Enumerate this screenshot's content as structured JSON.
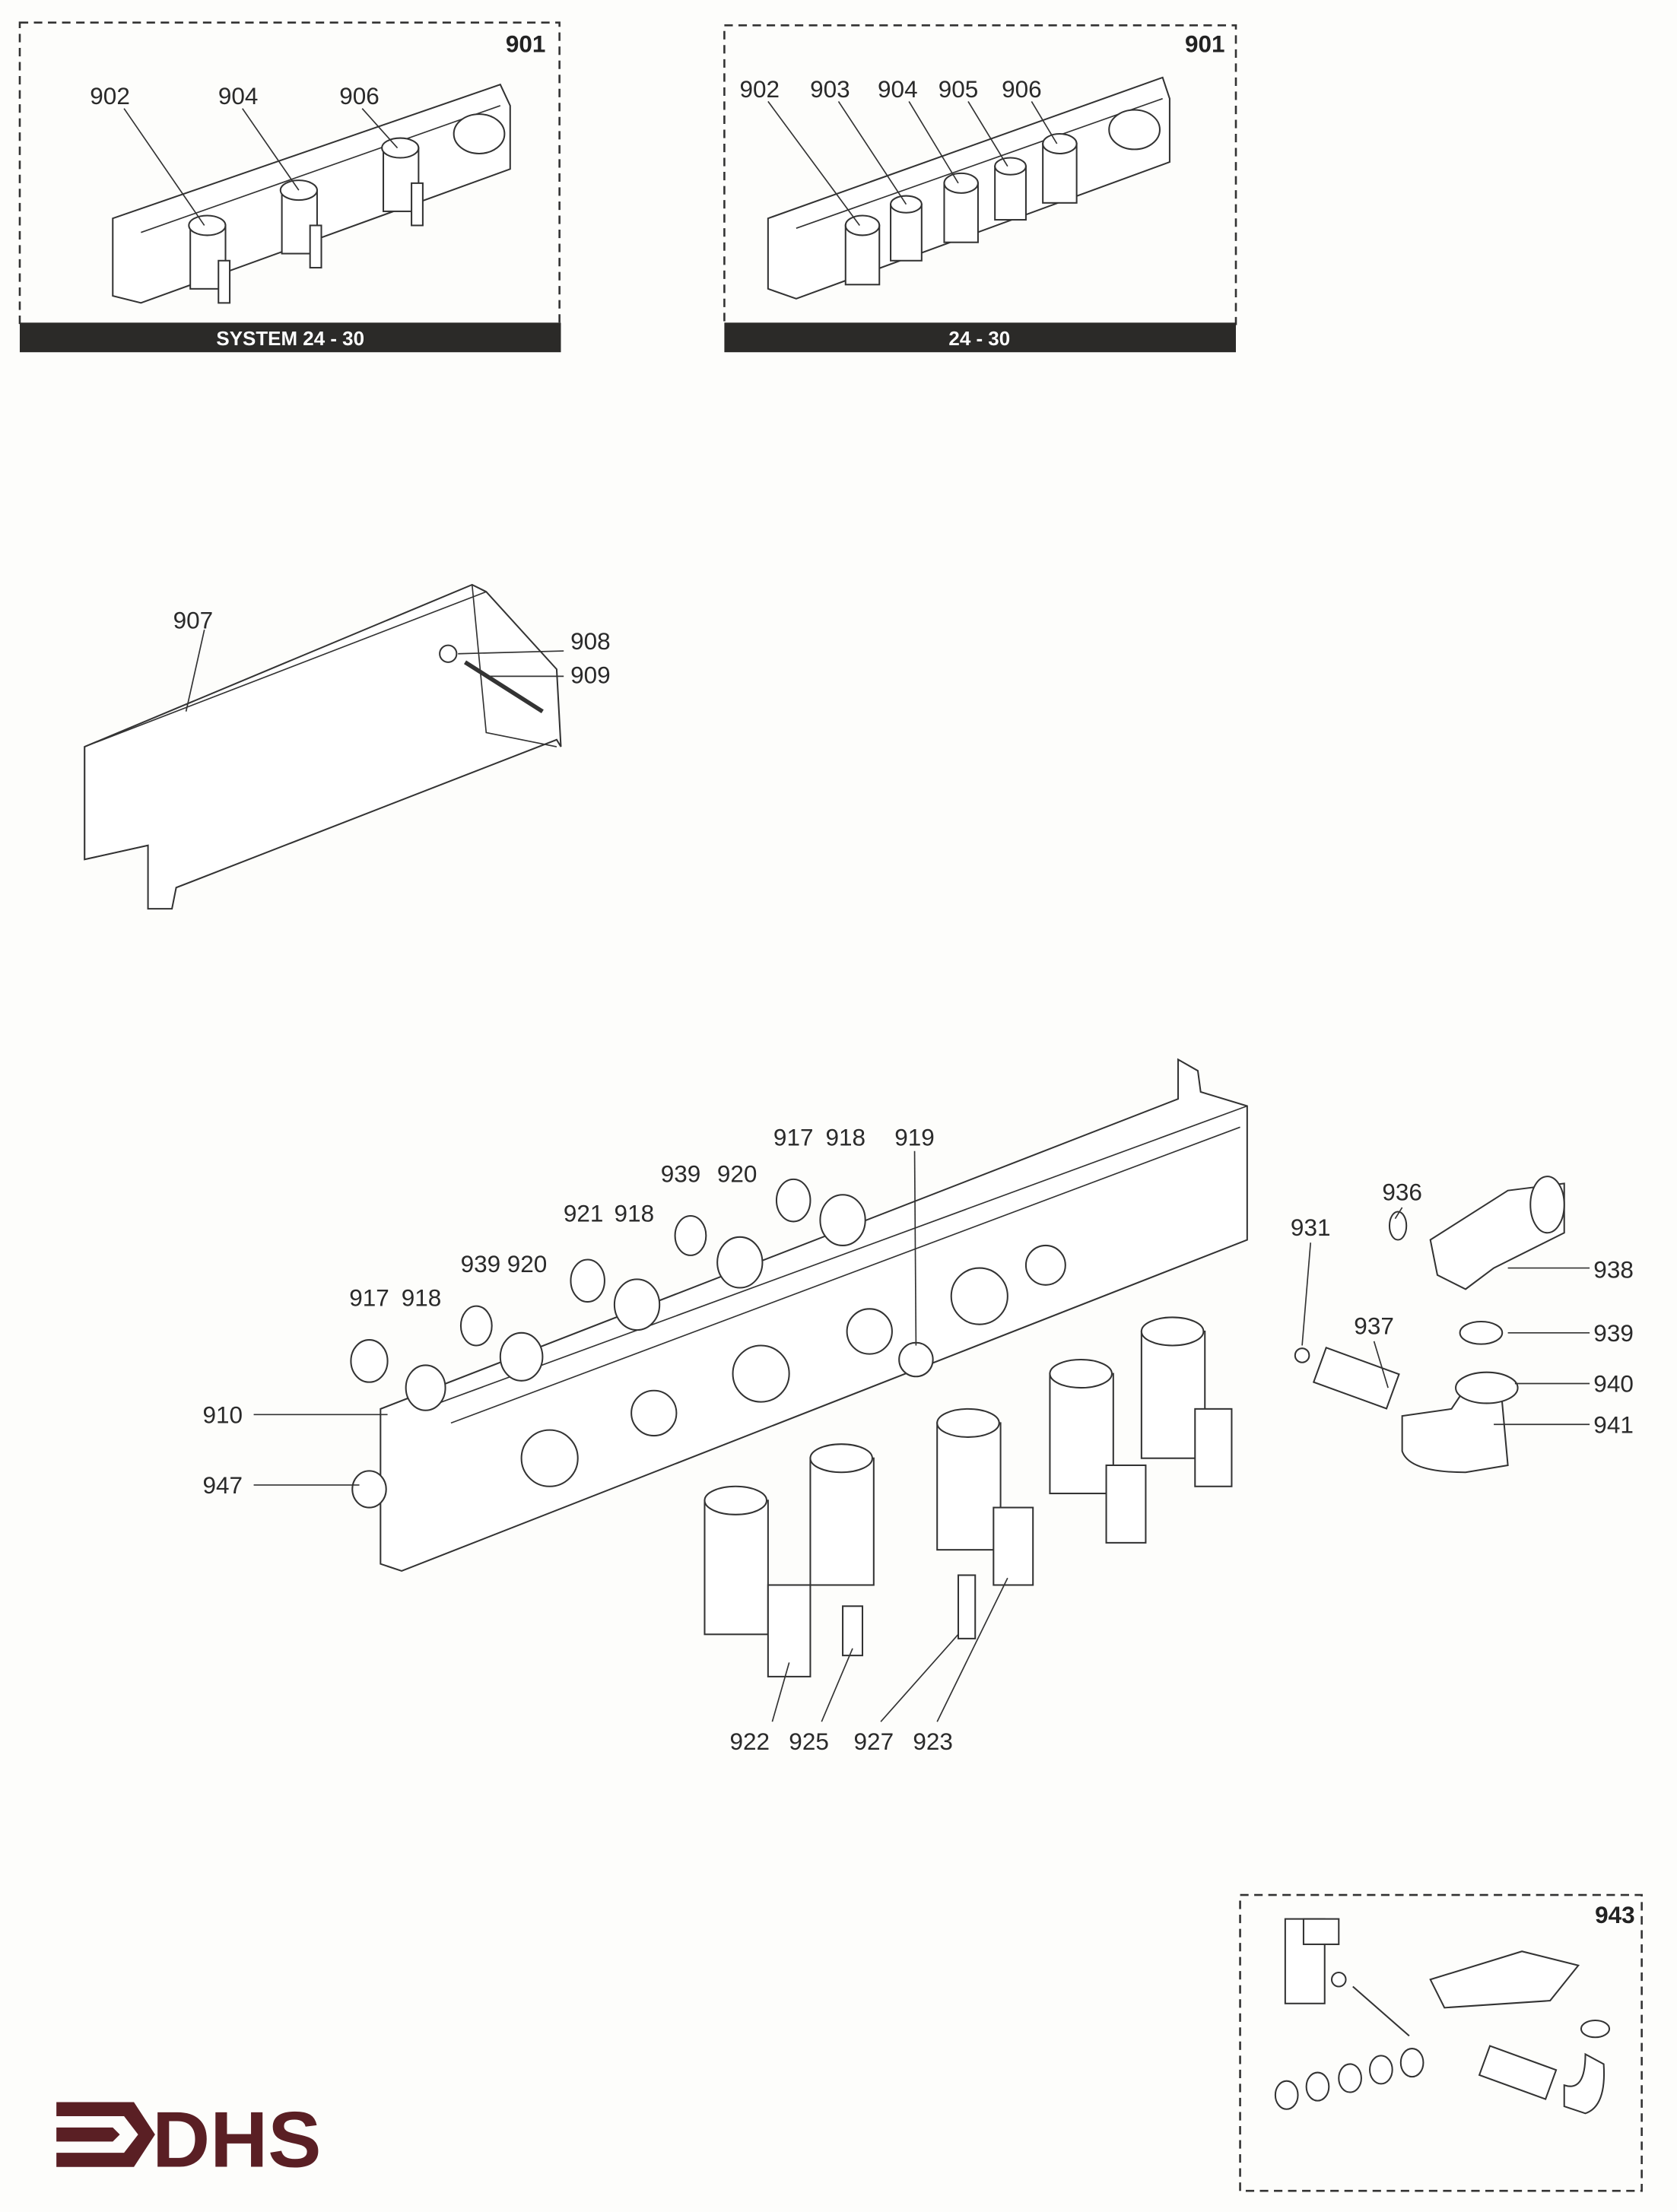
{
  "inset_system": {
    "kit_number": "901",
    "caption": "SYSTEM 24 - 30",
    "labels": [
      "902",
      "904",
      "906"
    ]
  },
  "inset_combi": {
    "kit_number": "901",
    "caption": "24 - 30",
    "labels": [
      "902",
      "903",
      "904",
      "905",
      "906"
    ]
  },
  "bracket": {
    "labels": [
      "907",
      "908",
      "909"
    ]
  },
  "main_assembly": {
    "labels": [
      "917",
      "918",
      "919",
      "939",
      "920",
      "921",
      "918",
      "939",
      "920",
      "917",
      "918",
      "910",
      "947",
      "931",
      "936",
      "938",
      "937",
      "939",
      "940",
      "941",
      "922",
      "925",
      "927",
      "923"
    ]
  },
  "kit_box": {
    "kit_number": "943"
  },
  "logo": {
    "text": "DHS",
    "color": "#5a1f24"
  }
}
